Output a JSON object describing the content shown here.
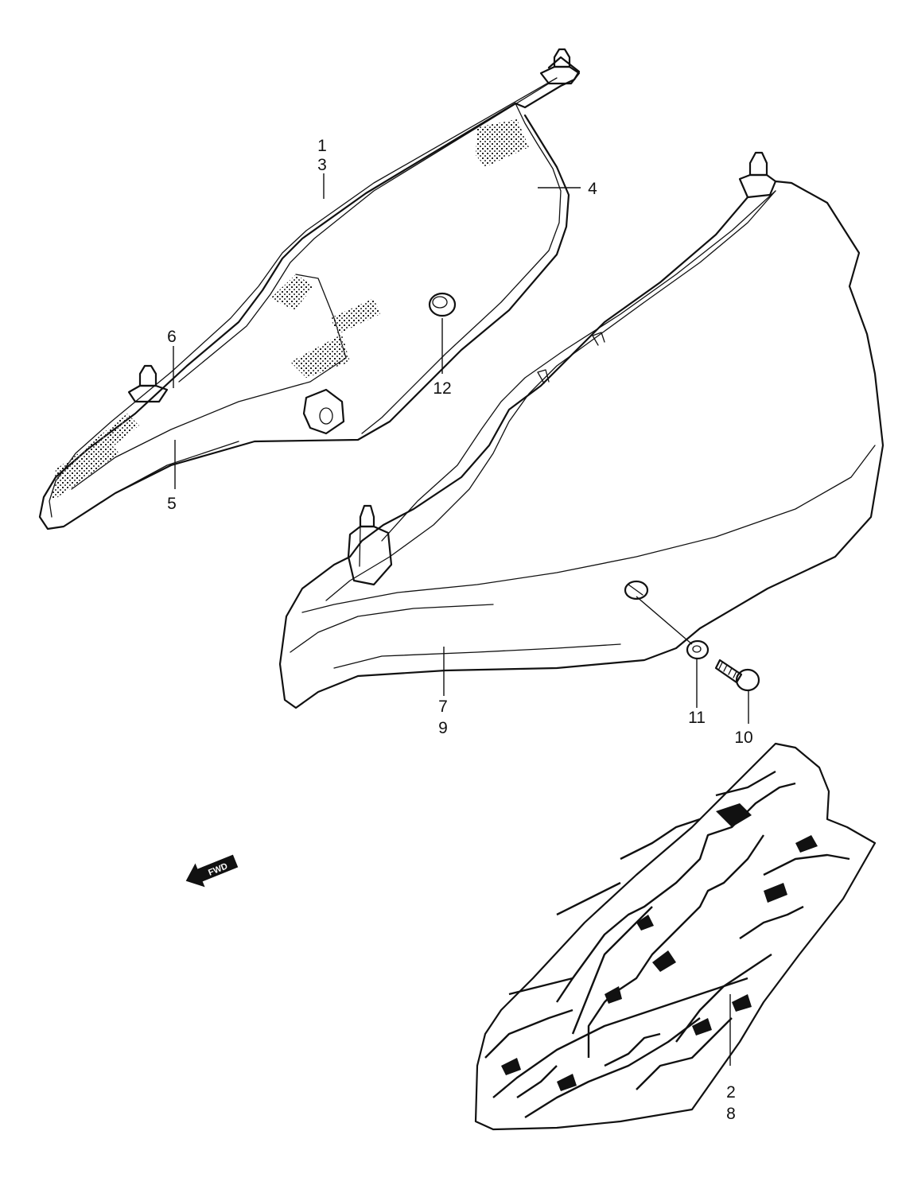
{
  "labels": {
    "l1": "1",
    "l3": "3",
    "l4": "4",
    "l5": "5",
    "l6": "6",
    "l12": "12",
    "l7": "7",
    "l9": "9",
    "l11": "11",
    "l10": "10",
    "l2": "2",
    "l8": "8"
  },
  "arrow": {
    "text": "FWD",
    "icon": "forward-arrow-icon"
  },
  "colors": {
    "ink": "#111111",
    "paper": "#ffffff"
  }
}
